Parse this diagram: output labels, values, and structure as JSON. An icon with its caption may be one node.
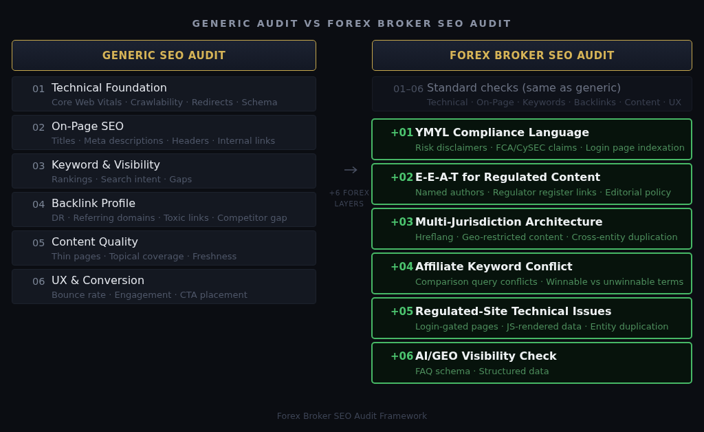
{
  "diagram": {
    "title": "GENERIC AUDIT VS FOREX BROKER SEO AUDIT",
    "caption": "Forex Broker SEO Audit Framework",
    "nodes": [
      {
        "text": [
          "GENERIC SEO AUDIT"
        ]
      },
      {
        "text": [
          "01",
          "Technical Foundation",
          "Core Web Vitals · Crawlability · Redirects · Schema"
        ]
      },
      {
        "text": [
          "02",
          "On-Page SEO",
          "Titles · Meta descriptions · Headers · Internal links"
        ]
      },
      {
        "text": [
          "03",
          "Keyword & Visibility",
          "Rankings · Search intent · Gaps"
        ]
      },
      {
        "text": [
          "04",
          "Backlink Profile",
          "DR · Referring domains · Toxic links · Competitor gap"
        ]
      },
      {
        "text": [
          "05",
          "Content Quality",
          "Thin pages · Topical coverage · Freshness"
        ]
      },
      {
        "text": [
          "06",
          "UX & Conversion",
          "Bounce rate · Engagement · CTA placement"
        ]
      },
      {
        "text": [
          "FOREX BROKER SEO AUDIT"
        ]
      },
      {
        "text": [
          "01–06",
          "Standard checks (same as generic)",
          "Technical · On-Page · Keywords · Backlinks · Content · UX"
        ]
      },
      {
        "text": [
          "+01",
          "YMYL Compliance Language",
          "Risk disclaimers · FCA/CySEC claims · Login page indexation"
        ]
      },
      {
        "text": [
          "+02",
          "E-E-A-T for Regulated Content",
          "Named authors · Regulator register links · Editorial policy"
        ]
      },
      {
        "text": [
          "+03",
          "Multi-Jurisdiction Architecture",
          "Hreflang · Geo-restricted content · Cross-entity duplication"
        ]
      },
      {
        "text": [
          "+04",
          "Affiliate Keyword Conflict",
          "Comparison query conflicts · Winnable vs unwinnable terms"
        ]
      },
      {
        "text": [
          "+05",
          "Regulated-Site Technical Issues",
          "Login-gated pages · JS-rendered data · Entity duplication"
        ]
      },
      {
        "text": [
          "+06",
          "AI/GEO Visibility Check",
          "FAQ schema · Structured data"
        ]
      }
    ],
    "labels": [
      "+6 FOREX LAYERS"
    ]
  }
}
